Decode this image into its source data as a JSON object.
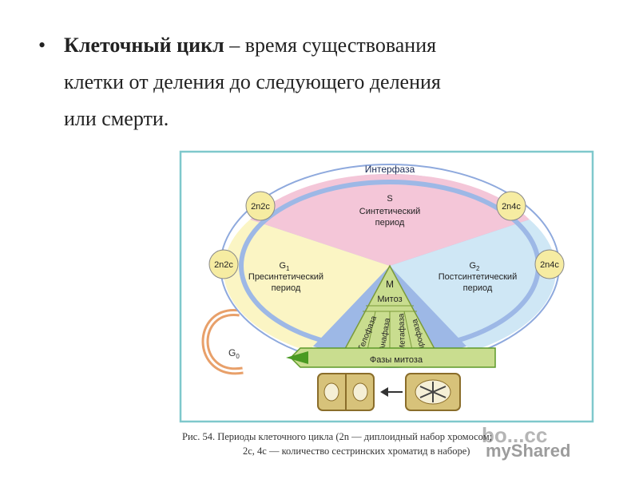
{
  "slide": {
    "bullet_symbol": "•",
    "term": "Клеточный цикл",
    "definition_line1": " – время существования",
    "definition_line2": "клетки от деления до следующего деления",
    "definition_line3": "или смерти."
  },
  "diagram": {
    "interphase_label": "Интерфаза",
    "s_label": "S",
    "s_title_line1": "Синтетический",
    "s_title_line2": "период",
    "g1_label": "G",
    "g1_sub": "1",
    "g1_title_line1": "Пресинтетический",
    "g1_title_line2": "период",
    "g2_label": "G",
    "g2_sub": "2",
    "g2_title_line1": "Постсинтетический",
    "g2_title_line2": "период",
    "m_label": "M",
    "mitosis_label": "Митоз",
    "phases": [
      "Телофаза",
      "Анафаза",
      "Метафаза",
      "Профаза"
    ],
    "phases_of_mitosis_label": "Фазы митоза",
    "g0_label": "G",
    "g0_sub": "0",
    "badges": {
      "top_left": "2n2c",
      "left": "2n2c",
      "top_right": "2n4c",
      "right": "2n4c"
    },
    "colors": {
      "s_sector": "#f4c6d8",
      "g1_sector": "#fbf5c4",
      "g2_sector": "#cfe7f5",
      "mitosis_sector": "#c9dd8f",
      "ring": "#9db8e6",
      "badge": "#f6eca2",
      "frame": "#7fc8cc",
      "g0_loop": "#e8a06a"
    }
  },
  "caption": {
    "line1": "Рис. 54. Периоды клеточного цикла (2n — диплоидный набор хромосом;",
    "line2": "2c, 4c — количество сестринских хроматид в наборе)"
  },
  "watermark": {
    "center_text": "bo...cc",
    "brand_text": "myShared"
  }
}
